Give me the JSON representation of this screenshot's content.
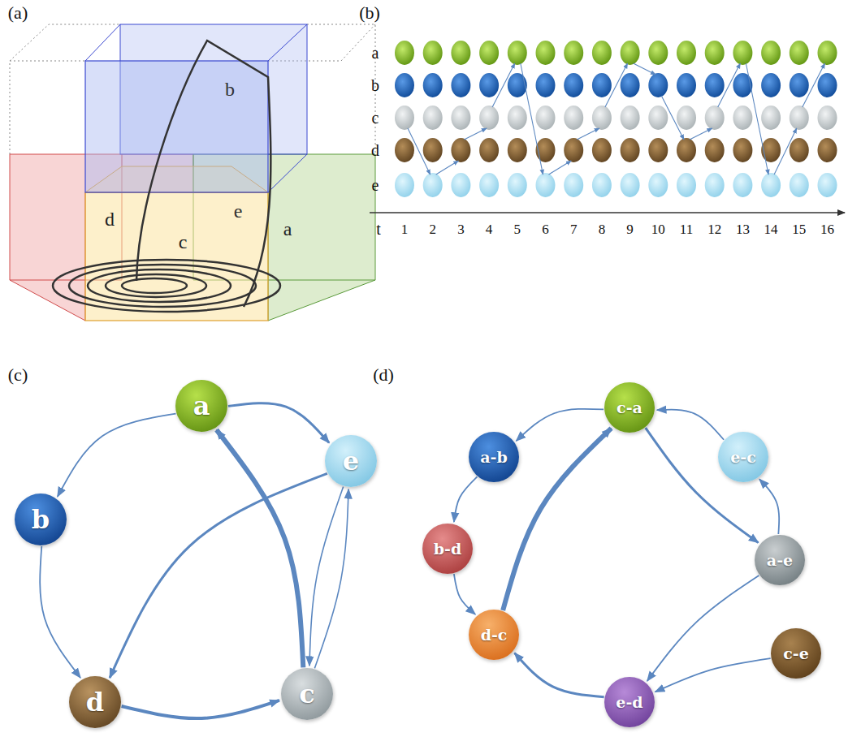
{
  "diagram": {
    "nodes": [
      {
        "text": [
          "a"
        ]
      },
      {
        "text": [
          "b"
        ]
      },
      {
        "text": [
          "e"
        ]
      },
      {
        "text": [
          "d"
        ]
      },
      {
        "text": [
          "c"
        ]
      },
      {
        "text": [
          "c-a"
        ]
      },
      {
        "text": [
          "a-b"
        ]
      },
      {
        "text": [
          "e-c"
        ]
      },
      {
        "text": [
          "b-d"
        ]
      },
      {
        "text": [
          "a-e"
        ]
      },
      {
        "text": [
          "d-c"
        ]
      },
      {
        "text": [
          "c-e"
        ]
      },
      {
        "text": [
          "e-d"
        ]
      }
    ],
    "edges": [
      {
        "from": 0,
        "to": 1,
        "arrow": "to"
      },
      {
        "from": 1,
        "to": 3,
        "arrow": "to"
      },
      {
        "from": 3,
        "to": 4,
        "arrow": "to"
      },
      {
        "from": 4,
        "to": 0,
        "arrow": "to"
      },
      {
        "from": 0,
        "to": 2,
        "arrow": "to"
      },
      {
        "from": 2,
        "to": 3,
        "arrow": "to"
      },
      {
        "from": 4,
        "to": 2,
        "arrow": "to"
      },
      {
        "from": 2,
        "to": 4,
        "arrow": "to"
      },
      {
        "from": 11,
        "to": 12,
        "arrow": "to"
      },
      {
        "from": 12,
        "to": 10,
        "arrow": "to"
      },
      {
        "from": 10,
        "to": 5,
        "arrow": "to"
      },
      {
        "from": 5,
        "to": 9,
        "arrow": "to"
      },
      {
        "from": 9,
        "to": 12,
        "arrow": "to"
      },
      {
        "from": 6,
        "to": 8,
        "arrow": "to"
      },
      {
        "from": 8,
        "to": 10,
        "arrow": "to"
      },
      {
        "from": 5,
        "to": 6,
        "arrow": "to"
      },
      {
        "from": 9,
        "to": 7,
        "arrow": "to"
      },
      {
        "from": 7,
        "to": 5,
        "arrow": "to"
      }
    ],
    "labels": [
      "(a)",
      "(b)",
      "(c)",
      "(d)",
      "b",
      "e",
      "d",
      "c",
      "a",
      "a",
      "b",
      "c",
      "d",
      "e",
      "t",
      "1",
      "2",
      "3",
      "4",
      "5",
      "6",
      "7",
      "8",
      "9",
      "10",
      "11",
      "12",
      "13",
      "14",
      "15",
      "16"
    ]
  }
}
